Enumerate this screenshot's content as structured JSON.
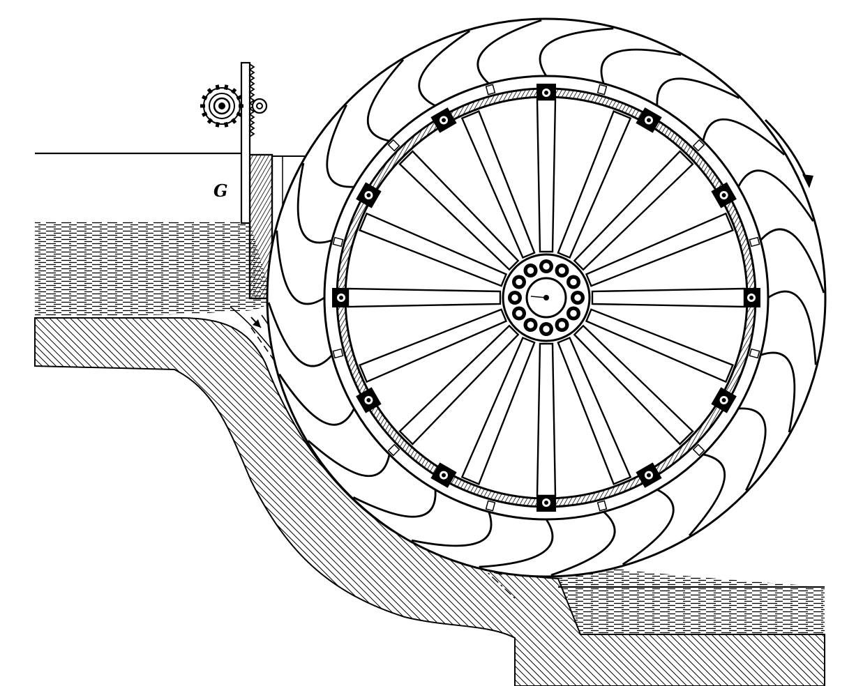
{
  "figure": {
    "labels": {
      "gate": "G"
    },
    "rotation_indicator": "clockwise-arrow",
    "spoke_count": 16,
    "bucket_count": 24,
    "hub_bolt_count": 12,
    "colors": {
      "ink": "#000000",
      "paper": "#ffffff"
    }
  }
}
